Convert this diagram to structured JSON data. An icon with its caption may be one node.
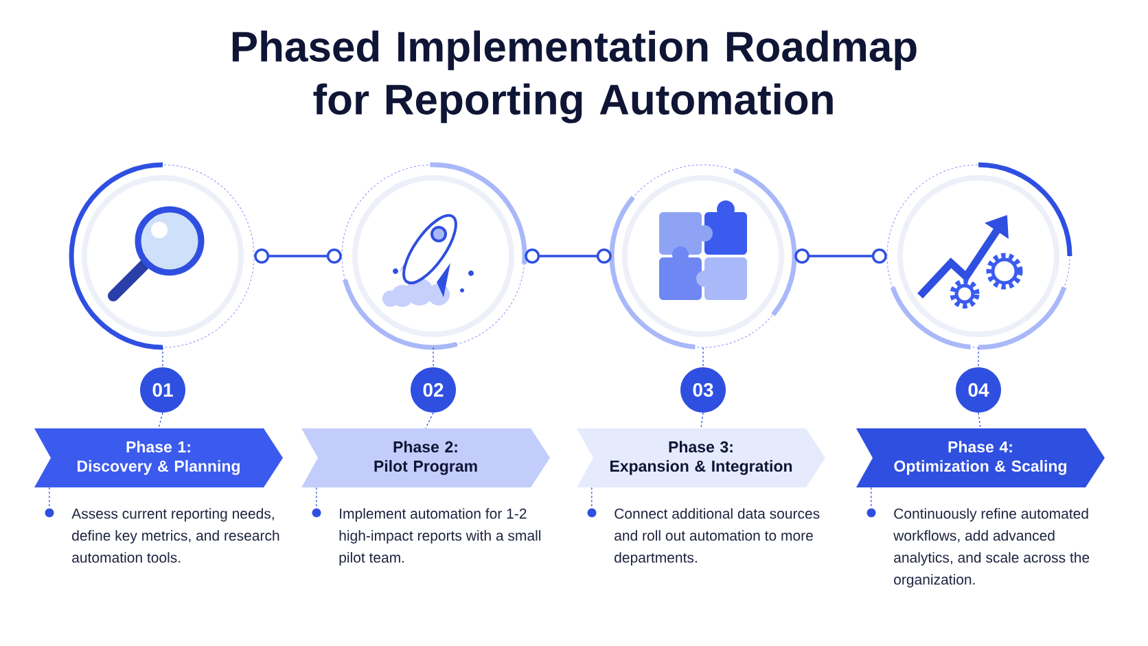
{
  "diagram": {
    "title": "Phased Implementation Roadmap for Reporting Automation",
    "nodes": [
      {
        "text": [],
        "shape": "picture"
      },
      {
        "text": [],
        "shape": "picture"
      },
      {
        "text": [],
        "shape": "picture"
      },
      {
        "text": [],
        "shape": "picture"
      },
      {
        "text": [
          "01"
        ]
      },
      {
        "text": [
          "02"
        ]
      },
      {
        "text": [
          "03"
        ]
      },
      {
        "text": [
          "04"
        ]
      },
      {
        "text": [
          "Phase 1:",
          "Discovery & Planning"
        ]
      },
      {
        "text": [
          "Phase 2:",
          "Pilot Program"
        ]
      },
      {
        "text": [
          "Phase 3:",
          "Expansion & Integration"
        ]
      },
      {
        "text": [
          "Phase 4:",
          "Optimization & Scaling"
        ]
      },
      {
        "text": [
          "Assess current reporting needs, define key metrics, and research automation tools."
        ]
      },
      {
        "text": [
          "Implement automation for 1-2 high-impact reports with a small pilot team."
        ]
      },
      {
        "text": [
          "Connect additional data sources and roll out automation to more departments."
        ]
      },
      {
        "text": [
          "Continuously refine automated workflows, add advanced analytics, and scale across the organization."
        ]
      }
    ],
    "edges": [
      {
        "from": 0,
        "to": 1,
        "arrow": "other"
      },
      {
        "from": 1,
        "to": 2,
        "arrow": "other"
      },
      {
        "from": 2,
        "to": 3,
        "arrow": "other"
      },
      {
        "from": 0,
        "to": 4,
        "arrow": "none",
        "style": "dashed"
      },
      {
        "from": 1,
        "to": 5,
        "arrow": "none",
        "style": "dashed"
      },
      {
        "from": 2,
        "to": 6,
        "arrow": "none",
        "style": "dashed"
      },
      {
        "from": 3,
        "to": 7,
        "arrow": "none",
        "style": "dashed"
      },
      {
        "from": 4,
        "to": 8,
        "arrow": "none",
        "style": "dashed"
      },
      {
        "from": 5,
        "to": 9,
        "arrow": "none",
        "style": "dashed"
      },
      {
        "from": 6,
        "to": 10,
        "arrow": "none",
        "style": "dashed"
      },
      {
        "from": 7,
        "to": 11,
        "arrow": "none",
        "style": "dashed"
      },
      {
        "from": 8,
        "to": 12,
        "arrow": "none",
        "style": "dashed"
      },
      {
        "from": 9,
        "to": 13,
        "arrow": "none",
        "style": "dashed"
      },
      {
        "from": 10,
        "to": 14,
        "arrow": "none",
        "style": "dashed"
      },
      {
        "from": 11,
        "to": 15,
        "arrow": "none",
        "style": "dashed"
      }
    ]
  }
}
